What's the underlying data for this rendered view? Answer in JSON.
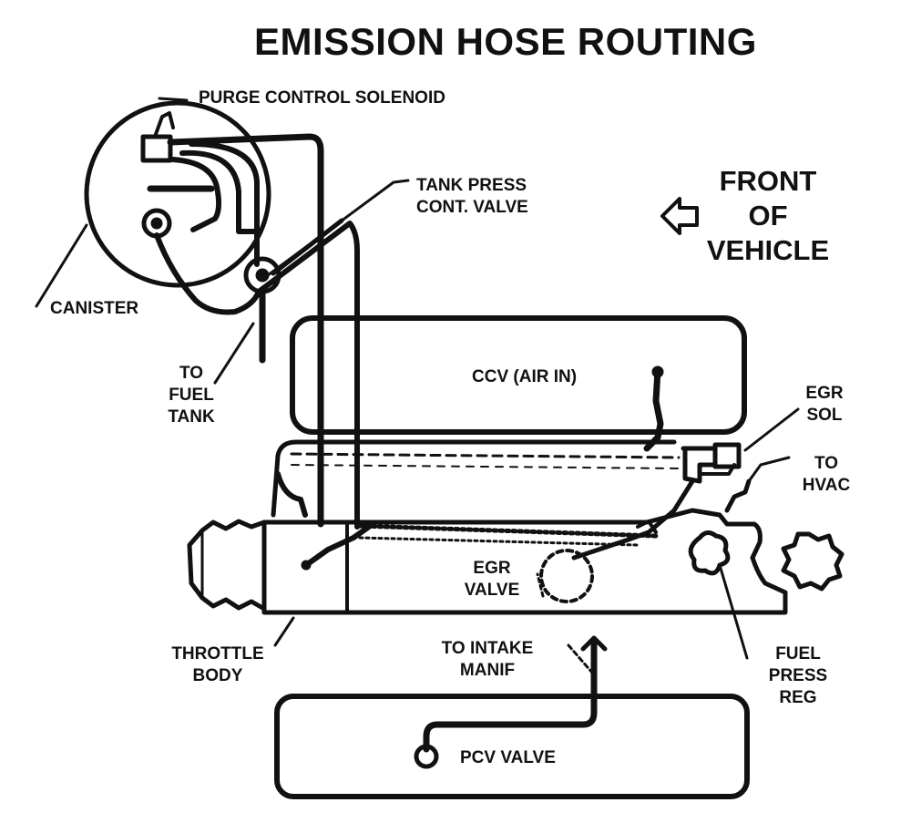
{
  "title": "EMISSION HOSE ROUTING",
  "labels": {
    "purge_control_solenoid": "PURGE CONTROL SOLENOID",
    "tank_press_cont_valve": [
      "TANK PRESS",
      "CONT. VALVE"
    ],
    "front_of_vehicle": [
      "FRONT",
      "OF",
      "VEHICLE"
    ],
    "canister": "CANISTER",
    "to_fuel_tank": [
      "TO",
      "FUEL",
      "TANK"
    ],
    "ccv_air_in": "CCV (AIR IN)",
    "egr_sol": [
      "EGR",
      "SOL"
    ],
    "to_hvac": [
      "TO",
      "HVAC"
    ],
    "egr_valve": [
      "EGR",
      "VALVE"
    ],
    "throttle_body": [
      "THROTTLE",
      "BODY"
    ],
    "to_intake_manif": [
      "TO INTAKE",
      "MANIF"
    ],
    "fuel_press_reg": [
      "FUEL",
      "PRESS",
      "REG"
    ],
    "pcv_valve": "PCV VALVE"
  },
  "colors": {
    "ink": "#111111",
    "background": "#ffffff"
  },
  "icons": [
    "front-arrow-icon"
  ]
}
